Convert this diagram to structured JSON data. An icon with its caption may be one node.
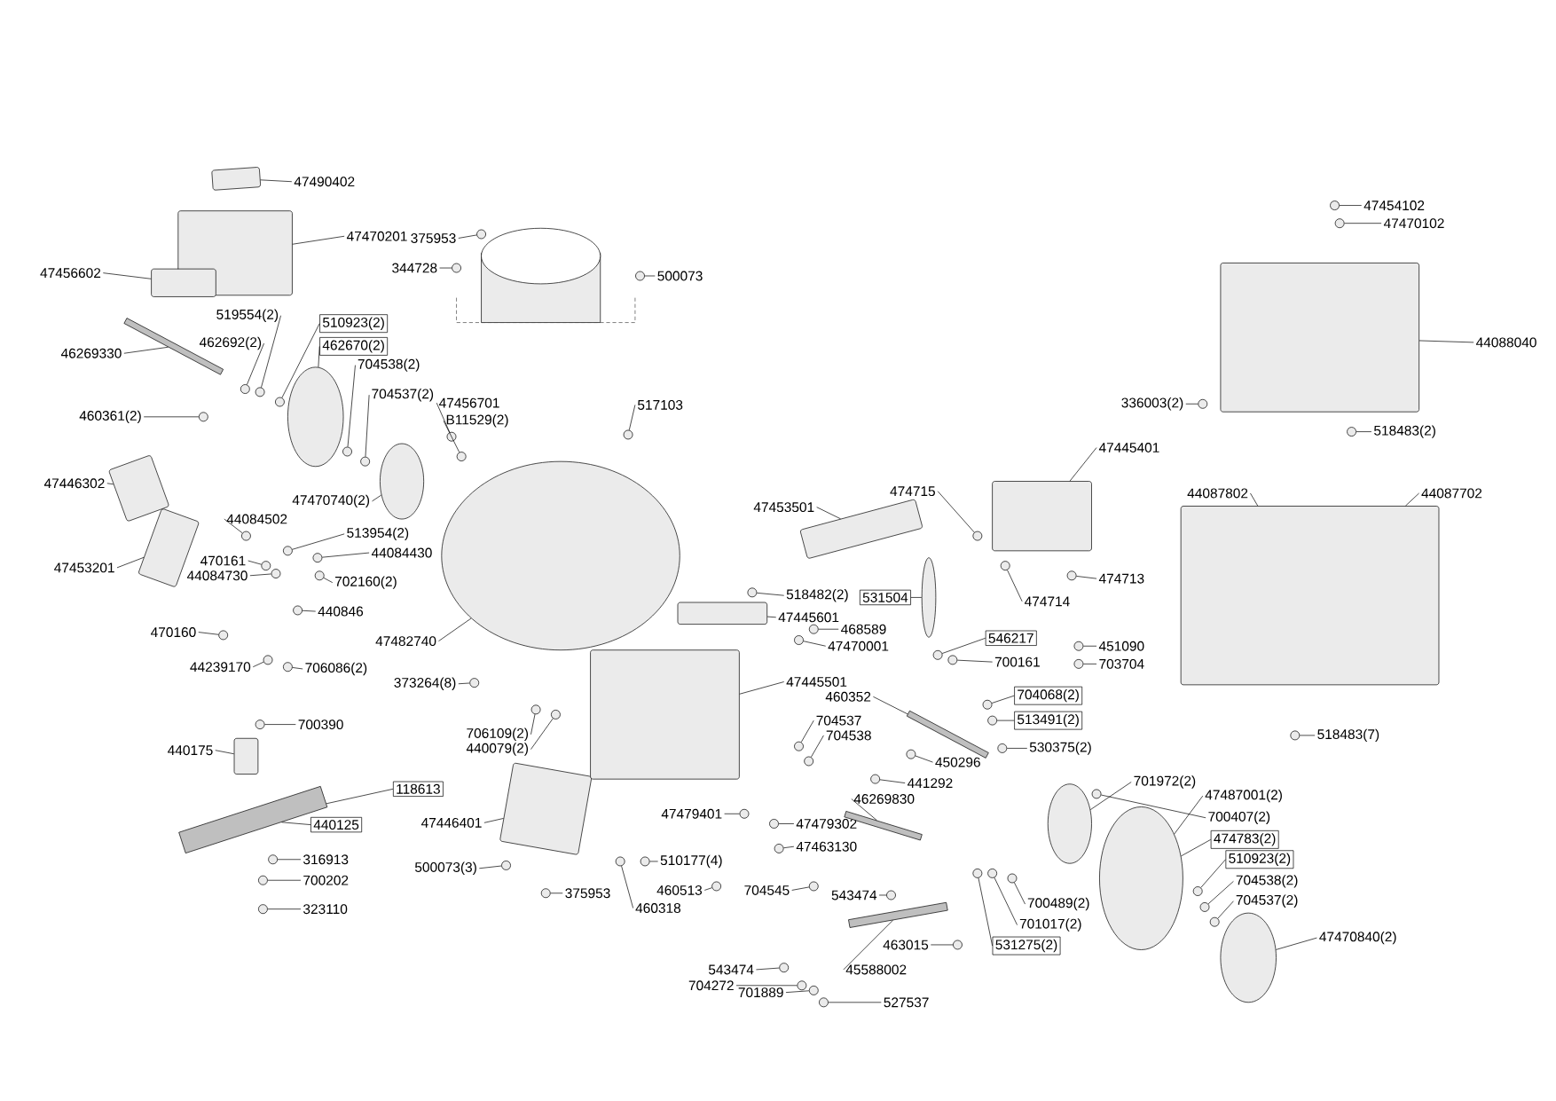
{
  "diagram": {
    "nodes": [
      {
        "text": [
          "47490402"
        ]
      },
      {
        "text": [
          "47470201"
        ]
      },
      {
        "text": [
          "47456602"
        ]
      },
      {
        "text": [
          "519554(2)"
        ]
      },
      {
        "text": [
          "510923(2)"
        ]
      },
      {
        "text": [
          "462692(2)"
        ]
      },
      {
        "text": [
          "46269330"
        ]
      },
      {
        "text": [
          "462670(2)"
        ]
      },
      {
        "text": [
          "704538(2)"
        ]
      },
      {
        "text": [
          "704537(2)"
        ]
      },
      {
        "text": [
          "47456701"
        ]
      },
      {
        "text": [
          "B11529(2)"
        ]
      },
      {
        "text": [
          "460361(2)"
        ]
      },
      {
        "text": [
          "517103"
        ]
      },
      {
        "text": [
          "47470740(2)"
        ]
      },
      {
        "text": [
          "47446302"
        ]
      },
      {
        "text": [
          "47453201"
        ]
      },
      {
        "text": [
          "44084502"
        ]
      },
      {
        "text": [
          "513954(2)"
        ]
      },
      {
        "text": [
          "44084430"
        ]
      },
      {
        "text": [
          "470161"
        ]
      },
      {
        "text": [
          "44084730"
        ]
      },
      {
        "text": [
          "702160(2)"
        ]
      },
      {
        "text": [
          "440846"
        ]
      },
      {
        "text": [
          "470160"
        ]
      },
      {
        "text": [
          "44239170"
        ]
      },
      {
        "text": [
          "706086(2)"
        ]
      },
      {
        "text": [
          "47482740"
        ]
      },
      {
        "text": [
          "373264(8)"
        ]
      },
      {
        "text": [
          "700390"
        ]
      },
      {
        "text": [
          "440175"
        ]
      },
      {
        "text": [
          "118613"
        ]
      },
      {
        "text": [
          "440125"
        ]
      },
      {
        "text": [
          "316913"
        ]
      },
      {
        "text": [
          "700202"
        ]
      },
      {
        "text": [
          "323110"
        ]
      },
      {
        "text": [
          "706109(2)"
        ]
      },
      {
        "text": [
          "440079(2)"
        ]
      },
      {
        "text": [
          "47446401"
        ]
      },
      {
        "text": [
          "500073(3)"
        ]
      },
      {
        "text": [
          "375953"
        ]
      },
      {
        "text": [
          "460318"
        ]
      },
      {
        "text": [
          "510177(4)"
        ]
      },
      {
        "text": [
          "460513"
        ]
      },
      {
        "text": [
          "704545"
        ]
      },
      {
        "text": [
          "543474"
        ]
      },
      {
        "text": [
          "463015"
        ]
      },
      {
        "text": [
          "543474"
        ]
      },
      {
        "text": [
          "704272"
        ]
      },
      {
        "text": [
          "701889"
        ]
      },
      {
        "text": [
          "45588002"
        ]
      },
      {
        "text": [
          "527537"
        ]
      },
      {
        "text": [
          "47479401"
        ]
      },
      {
        "text": [
          "47479302"
        ]
      },
      {
        "text": [
          "47463130"
        ]
      },
      {
        "text": [
          "704537"
        ]
      },
      {
        "text": [
          "704538"
        ]
      },
      {
        "text": [
          "46269830"
        ]
      },
      {
        "text": [
          "441292"
        ]
      },
      {
        "text": [
          "450296"
        ]
      },
      {
        "text": [
          "460352"
        ]
      },
      {
        "text": [
          "530375(2)"
        ]
      },
      {
        "text": [
          "513491(2)"
        ]
      },
      {
        "text": [
          "704068(2)"
        ]
      },
      {
        "text": [
          "546217"
        ]
      },
      {
        "text": [
          "700161"
        ]
      },
      {
        "text": [
          "451090"
        ]
      },
      {
        "text": [
          "703704"
        ]
      },
      {
        "text": [
          "531504"
        ]
      },
      {
        "text": [
          "474714"
        ]
      },
      {
        "text": [
          "474713"
        ]
      },
      {
        "text": [
          "474715"
        ]
      },
      {
        "text": [
          "47453501"
        ]
      },
      {
        "text": [
          "47445401"
        ]
      },
      {
        "text": [
          "518482(2)"
        ]
      },
      {
        "text": [
          "47445601"
        ]
      },
      {
        "text": [
          "468589"
        ]
      },
      {
        "text": [
          "47470001"
        ]
      },
      {
        "text": [
          "47445501"
        ]
      },
      {
        "text": [
          "701972(2)"
        ]
      },
      {
        "text": [
          "47487001(2)"
        ]
      },
      {
        "text": [
          "700407(2)"
        ]
      },
      {
        "text": [
          "474783(2)"
        ]
      },
      {
        "text": [
          "510923(2)"
        ]
      },
      {
        "text": [
          "704538(2)"
        ]
      },
      {
        "text": [
          "704537(2)"
        ]
      },
      {
        "text": [
          "47470840(2)"
        ]
      },
      {
        "text": [
          "700489(2)"
        ]
      },
      {
        "text": [
          "701017(2)"
        ]
      },
      {
        "text": [
          "531275(2)"
        ]
      },
      {
        "text": [
          "375953"
        ]
      },
      {
        "text": [
          "344728"
        ]
      },
      {
        "text": [
          "500073"
        ]
      },
      {
        "text": [
          "47454102"
        ]
      },
      {
        "text": [
          "47470102"
        ]
      },
      {
        "text": [
          "44088040"
        ]
      },
      {
        "text": [
          "336003(2)"
        ]
      },
      {
        "text": [
          "518483(2)"
        ]
      },
      {
        "text": [
          "44087802"
        ]
      },
      {
        "text": [
          "44087702"
        ]
      },
      {
        "text": [
          "518483(7)"
        ]
      },
      {
        "text": [],
        "shape": "box"
      },
      {
        "text": [],
        "shape": "box"
      },
      {
        "text": [],
        "shape": "box"
      },
      {
        "text": [],
        "shape": "circle"
      },
      {
        "text": [],
        "shape": "circle"
      },
      {
        "text": [],
        "shape": "circle"
      },
      {
        "text": [],
        "shape": "bar"
      },
      {
        "text": [],
        "shape": "circle"
      },
      {
        "text": [],
        "shape": "circle"
      },
      {
        "text": [],
        "shape": "circle"
      },
      {
        "text": [],
        "shape": "circle"
      },
      {
        "text": [],
        "shape": "circle"
      },
      {
        "text": [],
        "shape": "circle"
      },
      {
        "text": [],
        "shape": "circle"
      },
      {
        "text": [],
        "shape": "circle"
      },
      {
        "text": [],
        "shape": "box"
      },
      {
        "text": [],
        "shape": "box"
      },
      {
        "text": [],
        "shape": "circle"
      },
      {
        "text": [],
        "shape": "circle"
      },
      {
        "text": [],
        "shape": "circle"
      },
      {
        "text": [],
        "shape": "circle"
      },
      {
        "text": [],
        "shape": "circle"
      },
      {
        "text": [],
        "shape": "circle"
      },
      {
        "text": [],
        "shape": "circle"
      },
      {
        "text": [],
        "shape": "circle"
      },
      {
        "text": [],
        "shape": "circle"
      },
      {
        "text": [],
        "shape": "circle"
      },
      {
        "text": [],
        "shape": "circle"
      },
      {
        "text": [],
        "shape": "circle"
      },
      {
        "text": [],
        "shape": "circle"
      },
      {
        "text": [],
        "shape": "box"
      },
      {
        "text": [],
        "shape": "bar"
      },
      {
        "text": [],
        "shape": "circle"
      },
      {
        "text": [],
        "shape": "circle"
      },
      {
        "text": [],
        "shape": "circle"
      },
      {
        "text": [],
        "shape": "circle"
      },
      {
        "text": [],
        "shape": "circle"
      },
      {
        "text": [],
        "shape": "box"
      },
      {
        "text": [],
        "shape": "circle"
      },
      {
        "text": [],
        "shape": "circle"
      },
      {
        "text": [],
        "shape": "circle"
      },
      {
        "text": [],
        "shape": "circle"
      },
      {
        "text": [],
        "shape": "circle"
      },
      {
        "text": [],
        "shape": "circle"
      },
      {
        "text": [],
        "shape": "circle"
      },
      {
        "text": [],
        "shape": "circle"
      },
      {
        "text": [],
        "shape": "circle"
      },
      {
        "text": [],
        "shape": "circle"
      },
      {
        "text": [],
        "shape": "circle"
      },
      {
        "text": [],
        "shape": "bar"
      },
      {
        "text": [],
        "shape": "circle"
      },
      {
        "text": [],
        "shape": "circle"
      },
      {
        "text": [],
        "shape": "circle"
      },
      {
        "text": [],
        "shape": "circle"
      },
      {
        "text": [],
        "shape": "circle"
      },
      {
        "text": [],
        "shape": "circle"
      },
      {
        "text": [],
        "shape": "bar"
      },
      {
        "text": [],
        "shape": "circle"
      },
      {
        "text": [],
        "shape": "circle"
      },
      {
        "text": [],
        "shape": "bar"
      },
      {
        "text": [],
        "shape": "circle"
      },
      {
        "text": [],
        "shape": "circle"
      },
      {
        "text": [],
        "shape": "circle"
      },
      {
        "text": [],
        "shape": "circle"
      },
      {
        "text": [],
        "shape": "circle"
      },
      {
        "text": [],
        "shape": "circle"
      },
      {
        "text": [],
        "shape": "circle"
      },
      {
        "text": [],
        "shape": "circle"
      },
      {
        "text": [],
        "shape": "circle"
      },
      {
        "text": [],
        "shape": "circle"
      },
      {
        "text": [],
        "shape": "circle"
      },
      {
        "text": [],
        "shape": "box"
      },
      {
        "text": [],
        "shape": "box"
      },
      {
        "text": [],
        "shape": "circle"
      },
      {
        "text": [],
        "shape": "box"
      },
      {
        "text": [],
        "shape": "circle"
      },
      {
        "text": [],
        "shape": "circle"
      },
      {
        "text": [],
        "shape": "box"
      },
      {
        "text": [],
        "shape": "circle"
      },
      {
        "text": [],
        "shape": "circle"
      },
      {
        "text": [],
        "shape": "circle"
      },
      {
        "text": [],
        "shape": "circle"
      },
      {
        "text": [],
        "shape": "circle"
      },
      {
        "text": [],
        "shape": "circle"
      },
      {
        "text": [],
        "shape": "circle"
      },
      {
        "text": [],
        "shape": "circle"
      },
      {
        "text": [],
        "shape": "circle"
      },
      {
        "text": [],
        "shape": "circle"
      },
      {
        "text": [],
        "shape": "circle"
      },
      {
        "text": [],
        "shape": "circle"
      },
      {
        "text": [],
        "shape": "circle"
      },
      {
        "text": [],
        "shape": "circle"
      },
      {
        "text": [],
        "shape": "circle"
      },
      {
        "text": [],
        "shape": "box"
      },
      {
        "text": [],
        "shape": "circle"
      },
      {
        "text": [],
        "shape": "circle"
      },
      {
        "text": [],
        "shape": "box"
      },
      {
        "text": [],
        "shape": "circle"
      }
    ],
    "edges": [
      {
        "from": 0,
        "to": 101,
        "arrow": "none"
      },
      {
        "from": 1,
        "to": 102,
        "arrow": "none"
      },
      {
        "from": 2,
        "to": 103,
        "arrow": "none"
      },
      {
        "from": 3,
        "to": 104,
        "arrow": "none"
      },
      {
        "from": 4,
        "to": 105,
        "arrow": "none"
      },
      {
        "from": 5,
        "to": 106,
        "arrow": "none"
      },
      {
        "from": 6,
        "to": 107,
        "arrow": "none"
      },
      {
        "from": 7,
        "to": 108,
        "arrow": "none"
      },
      {
        "from": 8,
        "to": 109,
        "arrow": "none"
      },
      {
        "from": 9,
        "to": 110,
        "arrow": "none"
      },
      {
        "from": 10,
        "to": 111,
        "arrow": "none"
      },
      {
        "from": 11,
        "to": 112,
        "arrow": "none"
      },
      {
        "from": 12,
        "to": 113,
        "arrow": "none"
      },
      {
        "from": 13,
        "to": 114,
        "arrow": "none"
      },
      {
        "from": 14,
        "to": 115,
        "arrow": "none"
      },
      {
        "from": 15,
        "to": 116,
        "arrow": "none"
      },
      {
        "from": 16,
        "to": 117,
        "arrow": "none"
      },
      {
        "from": 17,
        "to": 118,
        "arrow": "none"
      },
      {
        "from": 18,
        "to": 119,
        "arrow": "none"
      },
      {
        "from": 19,
        "to": 120,
        "arrow": "none"
      },
      {
        "from": 20,
        "to": 121,
        "arrow": "none"
      },
      {
        "from": 21,
        "to": 122,
        "arrow": "none"
      },
      {
        "from": 22,
        "to": 123,
        "arrow": "none"
      },
      {
        "from": 23,
        "to": 124,
        "arrow": "none"
      },
      {
        "from": 24,
        "to": 125,
        "arrow": "none"
      },
      {
        "from": 25,
        "to": 126,
        "arrow": "none"
      },
      {
        "from": 26,
        "to": 127,
        "arrow": "none"
      },
      {
        "from": 27,
        "to": 128,
        "arrow": "none"
      },
      {
        "from": 28,
        "to": 129,
        "arrow": "none"
      },
      {
        "from": 29,
        "to": 130,
        "arrow": "none"
      },
      {
        "from": 30,
        "to": 131,
        "arrow": "none"
      },
      {
        "from": 31,
        "to": 132,
        "arrow": "none"
      },
      {
        "from": 32,
        "to": 132,
        "arrow": "none"
      },
      {
        "from": 33,
        "to": 133,
        "arrow": "none"
      },
      {
        "from": 34,
        "to": 134,
        "arrow": "none"
      },
      {
        "from": 35,
        "to": 135,
        "arrow": "none"
      },
      {
        "from": 36,
        "to": 136,
        "arrow": "none"
      },
      {
        "from": 37,
        "to": 137,
        "arrow": "none"
      },
      {
        "from": 38,
        "to": 138,
        "arrow": "none"
      },
      {
        "from": 39,
        "to": 139,
        "arrow": "none"
      },
      {
        "from": 40,
        "to": 140,
        "arrow": "none"
      },
      {
        "from": 41,
        "to": 141,
        "arrow": "none"
      },
      {
        "from": 42,
        "to": 142,
        "arrow": "none"
      },
      {
        "from": 43,
        "to": 143,
        "arrow": "none"
      },
      {
        "from": 44,
        "to": 144,
        "arrow": "none"
      },
      {
        "from": 45,
        "to": 145,
        "arrow": "none"
      },
      {
        "from": 46,
        "to": 146,
        "arrow": "none"
      },
      {
        "from": 47,
        "to": 147,
        "arrow": "none"
      },
      {
        "from": 48,
        "to": 148,
        "arrow": "none"
      },
      {
        "from": 49,
        "to": 149,
        "arrow": "none"
      },
      {
        "from": 50,
        "to": 150,
        "arrow": "none"
      },
      {
        "from": 51,
        "to": 151,
        "arrow": "none"
      },
      {
        "from": 52,
        "to": 152,
        "arrow": "none"
      },
      {
        "from": 53,
        "to": 153,
        "arrow": "none"
      },
      {
        "from": 54,
        "to": 154,
        "arrow": "none"
      },
      {
        "from": 55,
        "to": 155,
        "arrow": "none"
      },
      {
        "from": 56,
        "to": 156,
        "arrow": "none"
      },
      {
        "from": 57,
        "to": 157,
        "arrow": "none"
      },
      {
        "from": 58,
        "to": 158,
        "arrow": "none"
      },
      {
        "from": 59,
        "to": 159,
        "arrow": "none"
      },
      {
        "from": 60,
        "to": 160,
        "arrow": "none"
      },
      {
        "from": 61,
        "to": 161,
        "arrow": "none"
      },
      {
        "from": 62,
        "to": 162,
        "arrow": "none"
      },
      {
        "from": 63,
        "to": 163,
        "arrow": "none"
      },
      {
        "from": 64,
        "to": 164,
        "arrow": "none"
      },
      {
        "from": 65,
        "to": 165,
        "arrow": "none"
      },
      {
        "from": 66,
        "to": 166,
        "arrow": "none"
      },
      {
        "from": 67,
        "to": 167,
        "arrow": "none"
      },
      {
        "from": 68,
        "to": 168,
        "arrow": "none"
      },
      {
        "from": 69,
        "to": 169,
        "arrow": "none"
      },
      {
        "from": 70,
        "to": 170,
        "arrow": "none"
      },
      {
        "from": 71,
        "to": 171,
        "arrow": "none"
      },
      {
        "from": 72,
        "to": 172,
        "arrow": "none"
      },
      {
        "from": 73,
        "to": 173,
        "arrow": "none"
      },
      {
        "from": 74,
        "to": 174,
        "arrow": "none"
      },
      {
        "from": 75,
        "to": 175,
        "arrow": "none"
      },
      {
        "from": 76,
        "to": 176,
        "arrow": "none"
      },
      {
        "from": 77,
        "to": 177,
        "arrow": "none"
      },
      {
        "from": 78,
        "to": 178,
        "arrow": "none"
      },
      {
        "from": 79,
        "to": 179,
        "arrow": "none"
      },
      {
        "from": 80,
        "to": 180,
        "arrow": "none"
      },
      {
        "from": 81,
        "to": 181,
        "arrow": "none"
      },
      {
        "from": 82,
        "to": 180,
        "arrow": "none"
      },
      {
        "from": 83,
        "to": 182,
        "arrow": "none"
      },
      {
        "from": 84,
        "to": 183,
        "arrow": "none"
      },
      {
        "from": 85,
        "to": 184,
        "arrow": "none"
      },
      {
        "from": 86,
        "to": 185,
        "arrow": "none"
      },
      {
        "from": 87,
        "to": 186,
        "arrow": "none"
      },
      {
        "from": 88,
        "to": 187,
        "arrow": "none"
      },
      {
        "from": 89,
        "to": 188,
        "arrow": "none"
      },
      {
        "from": 90,
        "to": 189,
        "arrow": "none"
      },
      {
        "from": 91,
        "to": 190,
        "arrow": "none"
      },
      {
        "from": 92,
        "to": 191,
        "arrow": "none"
      },
      {
        "from": 93,
        "to": 192,
        "arrow": "none"
      },
      {
        "from": 94,
        "to": 193,
        "arrow": "none"
      },
      {
        "from": 95,
        "to": 194,
        "arrow": "none"
      },
      {
        "from": 96,
        "to": 195,
        "arrow": "none"
      },
      {
        "from": 97,
        "to": 196,
        "arrow": "none"
      },
      {
        "from": 98,
        "to": 197,
        "arrow": "none"
      },
      {
        "from": 99,
        "to": 197,
        "arrow": "none"
      },
      {
        "from": 100,
        "to": 198,
        "arrow": "none"
      }
    ]
  }
}
